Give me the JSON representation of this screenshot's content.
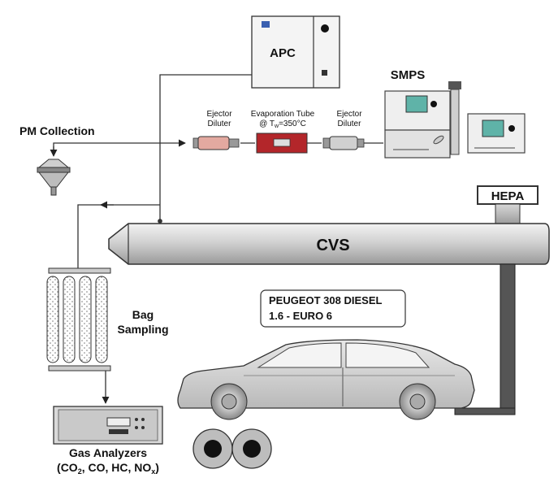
{
  "apc": {
    "label": "APC"
  },
  "smps": {
    "label": "SMPS"
  },
  "pm_collection": {
    "label": "PM Collection"
  },
  "ejector_diluter_1": {
    "line1": "Ejector",
    "line2": "Diluter"
  },
  "evaporation_tube": {
    "line1": "Evaporation Tube",
    "line2": "@ T = 350°C",
    "line2_prefix": "@ T",
    "line2_subscript": "w",
    "line2_suffix": "=350°C"
  },
  "ejector_diluter_2": {
    "line1": "Ejector",
    "line2": "Diluter"
  },
  "hepa": {
    "label": "HEPA"
  },
  "cvs": {
    "label": "CVS"
  },
  "vehicle": {
    "line1": "PEUGEOT 308 DIESEL",
    "line2": "1.6 - EURO 6"
  },
  "bag_sampling": {
    "line1": "Bag",
    "line2": "Sampling"
  },
  "gas_analyzers": {
    "line1": "Gas Analyzers",
    "line2_parts": [
      "(CO",
      "2",
      ", CO, HC, NO",
      "x",
      ")"
    ]
  },
  "colors": {
    "evaporation_tube": "#b3262a",
    "ejector_diluter_1": "#e3a9a0",
    "ejector_diluter_2": "#d0d0d0",
    "cvs_tunnel": "#d4d4d4",
    "screen": "#5fb3a8"
  }
}
